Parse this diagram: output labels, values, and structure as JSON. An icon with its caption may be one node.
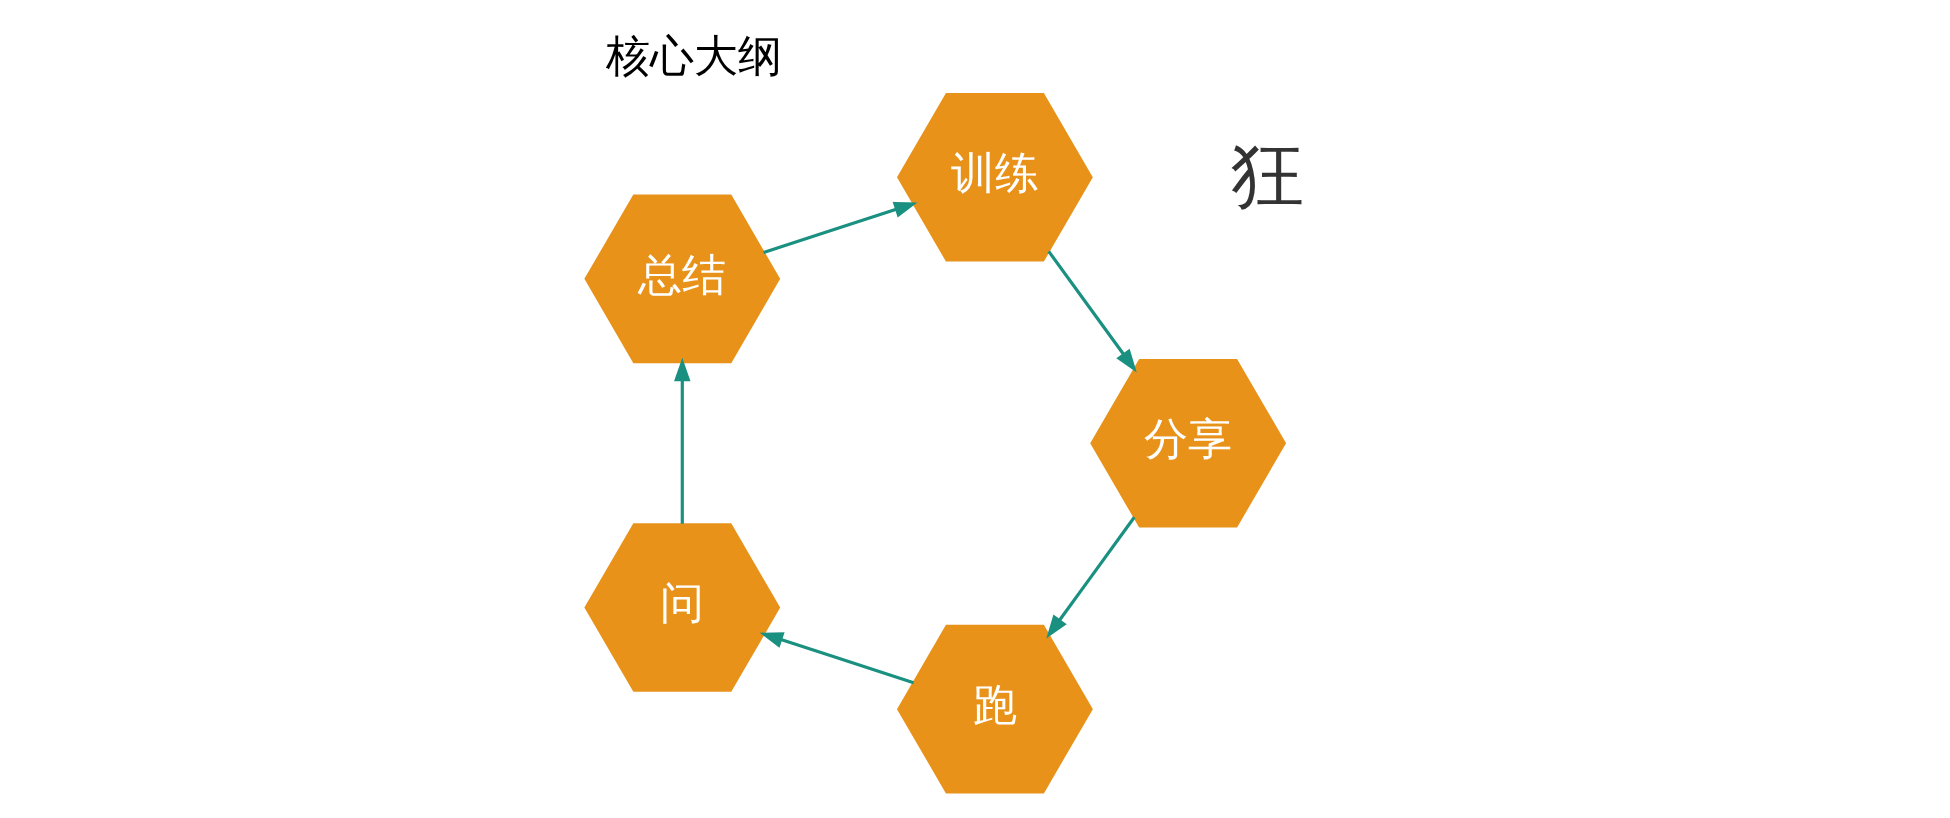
{
  "diagram": {
    "title": "核心大纲",
    "nodes": [
      {
        "text": [
          "跑"
        ]
      },
      {
        "text": [
          "问"
        ]
      },
      {
        "text": [
          "总结"
        ]
      },
      {
        "text": [
          "训练"
        ]
      },
      {
        "text": [
          "分享"
        ]
      }
    ],
    "edges": [
      {
        "from": 0,
        "to": 1,
        "arrow": "to"
      },
      {
        "from": 1,
        "to": 2,
        "arrow": "to"
      },
      {
        "from": 2,
        "to": 3,
        "arrow": "to"
      },
      {
        "from": 3,
        "to": 4,
        "arrow": "to"
      },
      {
        "from": 4,
        "to": 0,
        "arrow": "to"
      }
    ],
    "labels": [
      "狂"
    ]
  }
}
